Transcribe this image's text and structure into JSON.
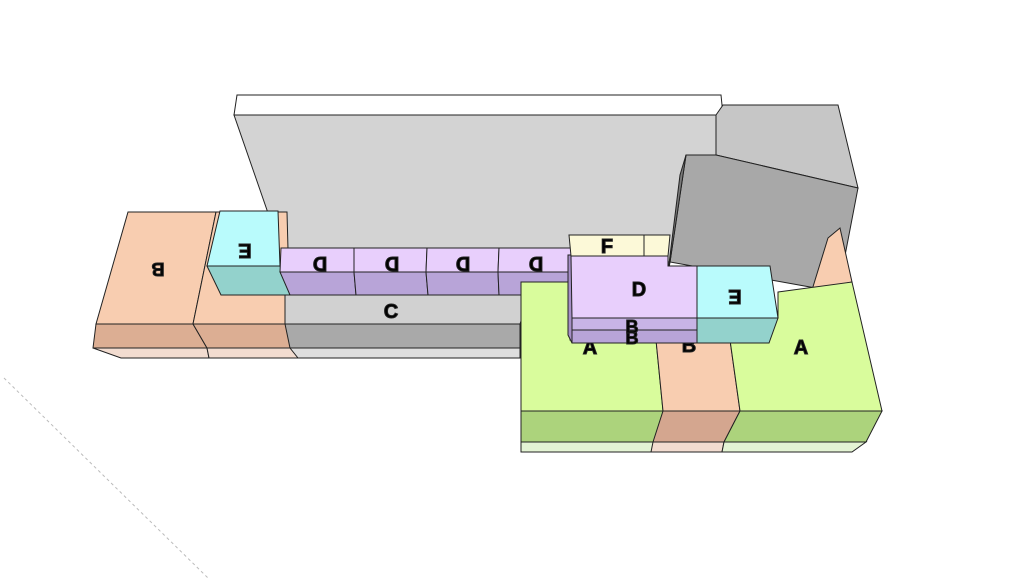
{
  "colors": {
    "background": "#ffffff",
    "outline": "#222222",
    "peach": "#f8cdb0",
    "peach_side": "#dcae93",
    "peach_bottom": "#f2dcd0",
    "lime": "#d9fc9c",
    "lime_side": "#acd37c",
    "lime_bottom": "#e4f4d4",
    "lavender": "#e8cffc",
    "lavender_side": "#b8a4d8",
    "cyan": "#b9fbfc",
    "cyan_side": "#93d2cc",
    "cream": "#fcf9d8",
    "grey_top": "#d3d3d3",
    "grey_mid": "#c4c4c4",
    "grey_side": "#a6a6a6",
    "grey_dark": "#7a7a7a",
    "dashed_line": "#bbbbbb"
  },
  "blocks": [
    {
      "name": "block-b-left",
      "label": "B",
      "color": "peach",
      "inverted": true
    },
    {
      "name": "block-b-left-2",
      "label": "",
      "color": "peach",
      "inverted": false
    },
    {
      "name": "block-e-left",
      "label": "E",
      "color": "cyan",
      "inverted": true
    },
    {
      "name": "block-d-1",
      "label": "D",
      "color": "lavender",
      "inverted": true
    },
    {
      "name": "block-d-2",
      "label": "D",
      "color": "lavender",
      "inverted": true
    },
    {
      "name": "block-d-3",
      "label": "D",
      "color": "lavender",
      "inverted": true
    },
    {
      "name": "block-d-4",
      "label": "D",
      "color": "lavender",
      "inverted": true
    },
    {
      "name": "block-c",
      "label": "C",
      "color": "grey",
      "inverted": false
    },
    {
      "name": "block-f",
      "label": "F",
      "color": "cream",
      "inverted": false
    },
    {
      "name": "block-d-large",
      "label": "D",
      "color": "lavender",
      "inverted": false
    },
    {
      "name": "block-b-stack-1",
      "label": "B",
      "color": "lavender",
      "inverted": false
    },
    {
      "name": "block-b-stack-2",
      "label": "B",
      "color": "lavender",
      "inverted": false
    },
    {
      "name": "block-e-right",
      "label": "E",
      "color": "cyan",
      "inverted": true
    },
    {
      "name": "block-a-left",
      "label": "A",
      "color": "lime",
      "inverted": false
    },
    {
      "name": "block-b-middle",
      "label": "B",
      "color": "peach",
      "inverted": false
    },
    {
      "name": "block-a-right",
      "label": "A",
      "color": "lime",
      "inverted": false
    }
  ]
}
